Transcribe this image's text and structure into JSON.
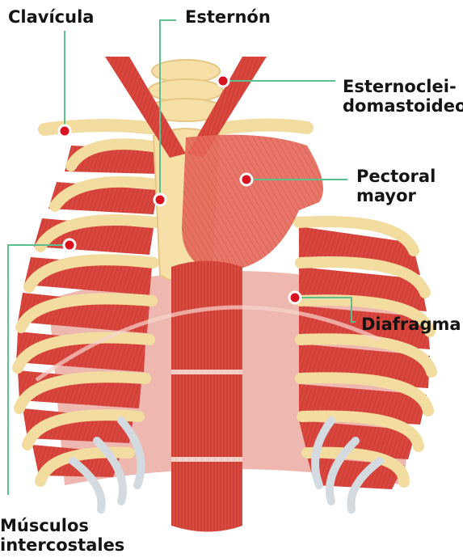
{
  "labels": {
    "clavicle": "Clavícula",
    "sternum": "Esternón",
    "scm": "Esternoclei-\ndomastoideo",
    "pectoral": "Pectoral\nmayor",
    "diaphragm": "Diafragma",
    "intercostals": "Músculos\nintercostales"
  },
  "colors": {
    "leader": "#5bbf8e",
    "marker_fill": "#d8121f",
    "marker_ring": "#ffffff",
    "muscle": "#d9463d",
    "muscle_light": "#ec8a7c",
    "bone": "#f6e0a8",
    "bone_shadow": "#e5c684",
    "cartilage": "#d3dbe0"
  }
}
